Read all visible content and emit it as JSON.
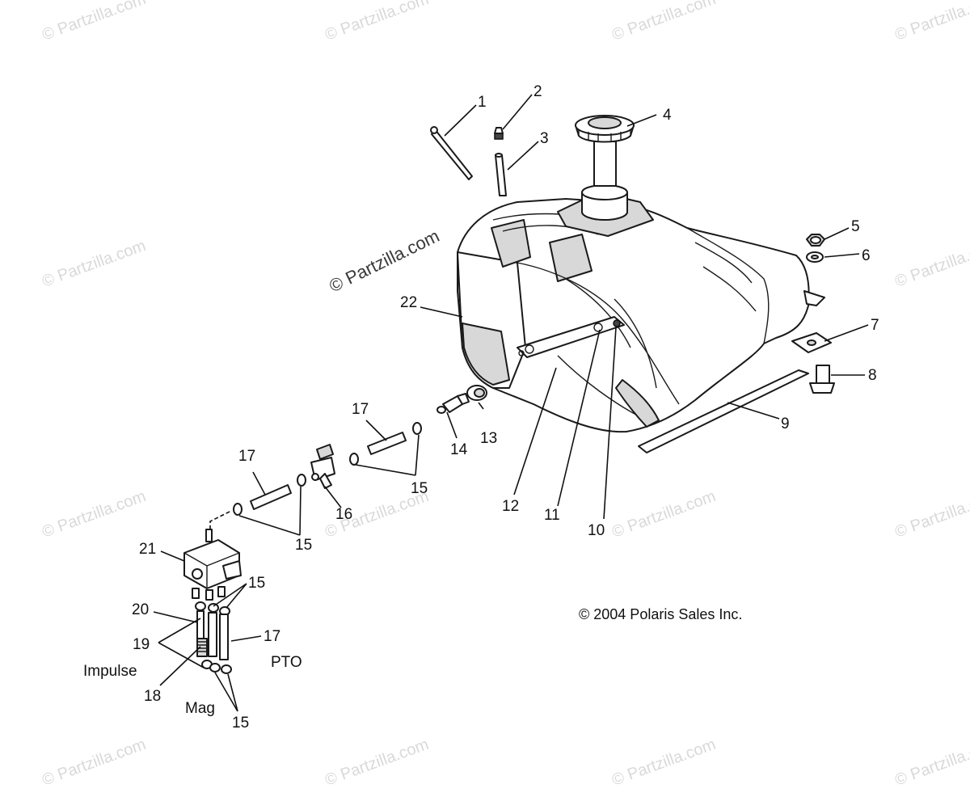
{
  "diagram": {
    "copyright": "© 2004 Polaris Sales Inc.",
    "watermark_text": "© Partzilla.com",
    "callouts": [
      "1",
      "2",
      "3",
      "4",
      "5",
      "6",
      "7",
      "8",
      "9",
      "10",
      "11",
      "12",
      "13",
      "14",
      "15",
      "16",
      "17",
      "18",
      "19",
      "20",
      "21",
      "22"
    ],
    "labels": {
      "impulse": "Impulse",
      "pto": "PTO",
      "mag": "Mag"
    }
  }
}
